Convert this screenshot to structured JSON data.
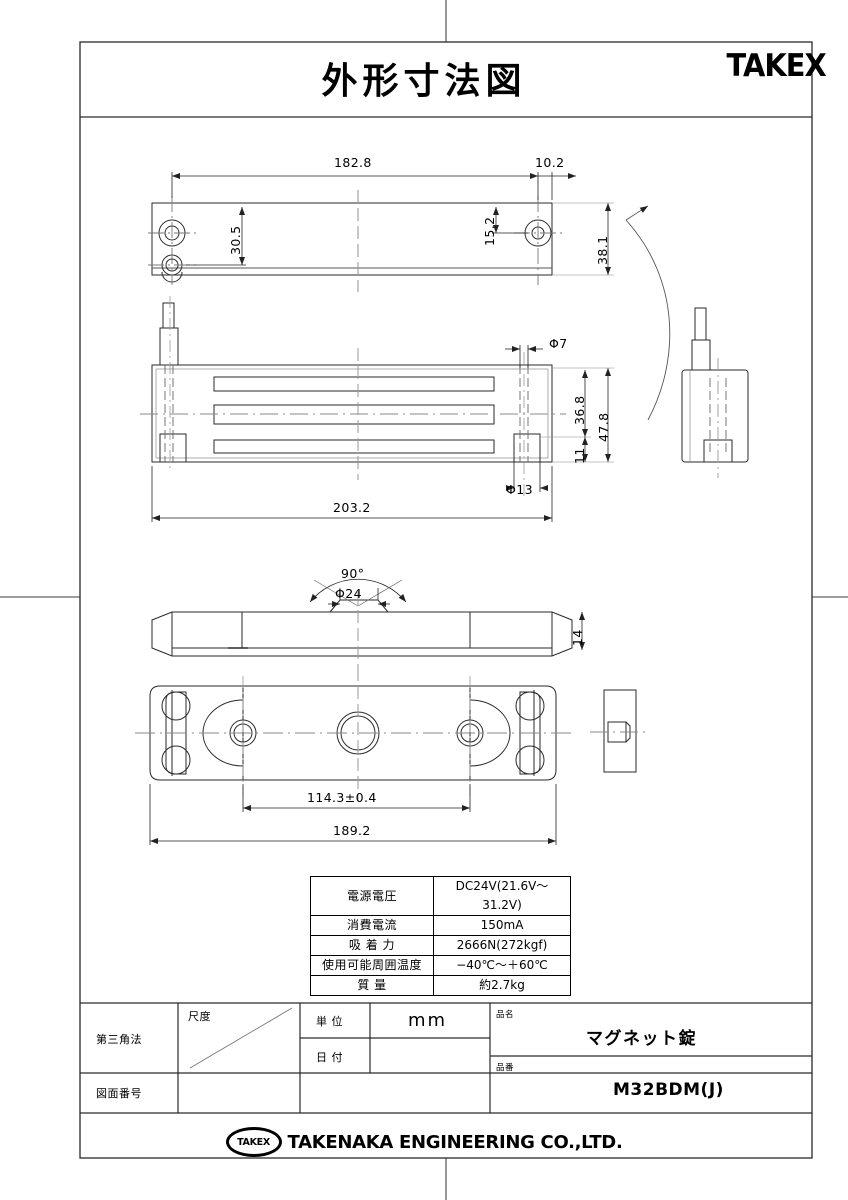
{
  "sheet": {
    "title": "外形寸法図",
    "brand": "TAKEX"
  },
  "views": {
    "top": {
      "name": "top-view",
      "dims": {
        "overall_hole_span": "182.8",
        "edge_offset": "10.2",
        "hole_y_left": "30.5",
        "hole_y_right": "15.2",
        "depth": "38.1"
      }
    },
    "front": {
      "name": "front-view",
      "dims": {
        "overall_length": "203.2",
        "hole_small": "Φ7",
        "hole_large": "Φ13",
        "height_inner": "36.8",
        "height_outer": "47.8",
        "height_low": "11"
      }
    },
    "side": {
      "name": "side-view"
    },
    "armature_edge": {
      "name": "armature-edge-view",
      "dims": {
        "angle": "90°",
        "bore": "Φ24",
        "thickness": "14"
      }
    },
    "armature_plan": {
      "name": "armature-plan-view",
      "dims": {
        "hole_pitch": "114.3±0.4",
        "overall_length": "189.2"
      }
    },
    "armature_side": {
      "name": "armature-side-view"
    }
  },
  "spec_table": {
    "name": "specification-table",
    "rows": [
      {
        "label": "電源電圧",
        "value": "DC24V(21.6V〜31.2V)"
      },
      {
        "label": "消費電流",
        "value": "150mA"
      },
      {
        "label": "吸 着 力",
        "value": "2666N(272kgf)"
      },
      {
        "label": "使用可能周囲温度",
        "value": "−40℃〜＋60℃"
      },
      {
        "label": "質    量",
        "value": "約2.7kg"
      }
    ]
  },
  "title_block": {
    "projection_label": "第三角法",
    "scale_label": "尺度",
    "scale_value": "",
    "unit_label": "単 位",
    "unit_value": "mm",
    "date_label": "日 付",
    "date_value": "",
    "drawing_no_label": "図面番号",
    "drawing_no_value": "",
    "product_name_label": "品名",
    "product_name_value": "マグネット錠",
    "part_no_label": "品番",
    "part_no_value": "M32BDM(J)"
  },
  "footer": {
    "logo_text": "TAKEX",
    "company": "TAKENAKA ENGINEERING CO.,LTD."
  },
  "colors": {
    "line": "#1a1a1a",
    "thin": "#555555",
    "frame": "#808080"
  }
}
